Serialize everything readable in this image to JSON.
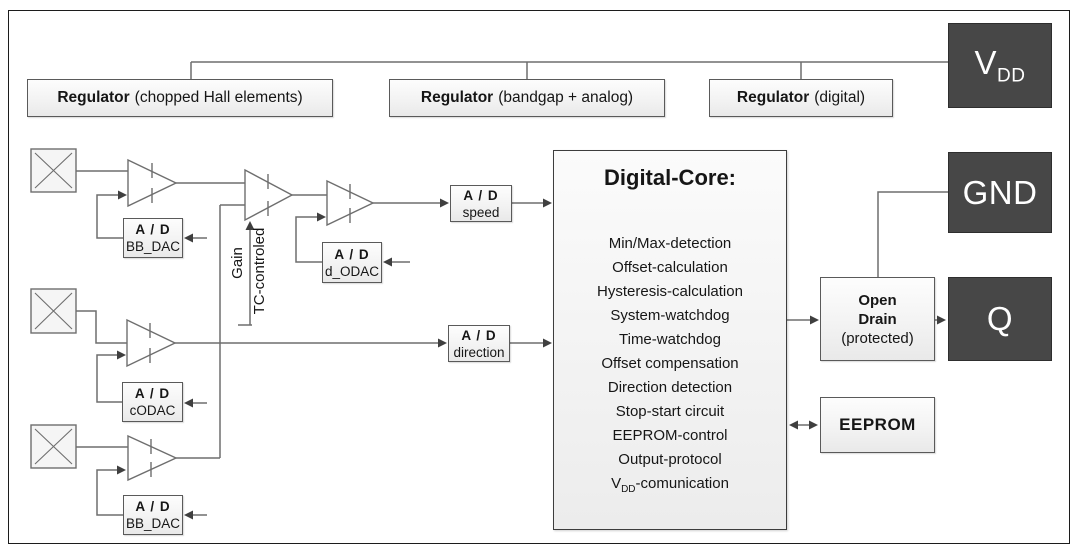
{
  "regulators": [
    {
      "name": "Regulator",
      "detail": "(chopped Hall elements)"
    },
    {
      "name": "Regulator",
      "detail": "(bandgap + analog)"
    },
    {
      "name": "Regulator",
      "detail": "(digital)"
    }
  ],
  "pads": {
    "vdd_main": "V",
    "vdd_sub": "DD",
    "gnd": "GND",
    "q": "Q"
  },
  "adc": {
    "bb_dac_top": {
      "l1": "A / D",
      "l2": "BB_DAC"
    },
    "d_odac": {
      "l1": "A / D",
      "l2": "d_ODAC"
    },
    "c_odac": {
      "l1": "A / D",
      "l2": "cODAC"
    },
    "bb_dac_bottom": {
      "l1": "A / D",
      "l2": "BB_DAC"
    },
    "speed": {
      "l1": "A / D",
      "l2": "speed"
    },
    "direction": {
      "l1": "A / D",
      "l2": "direction"
    }
  },
  "gain": {
    "label": "Gain",
    "sublabel": "TC-controled"
  },
  "digital_core": {
    "title": "Digital-Core:",
    "functions": [
      "Min/Max-detection",
      "Offset-calculation",
      "Hysteresis-calculation",
      "System-watchdog",
      "Time-watchdog",
      "Offset compensation",
      "Direction detection",
      "Stop-start circuit",
      "EEPROM-control",
      "Output-protocol"
    ],
    "vdd_item": {
      "pre": "V",
      "sub": "DD",
      "post": "-comunication"
    }
  },
  "output_stage": {
    "open_drain_l1": "Open",
    "open_drain_l2": "Drain",
    "open_drain_l3": "(protected)",
    "eeprom": "EEPROM"
  },
  "colors": {
    "dark_box": "#474747",
    "wire": "#6e6e6e",
    "arrow": "#3f3f3f"
  }
}
